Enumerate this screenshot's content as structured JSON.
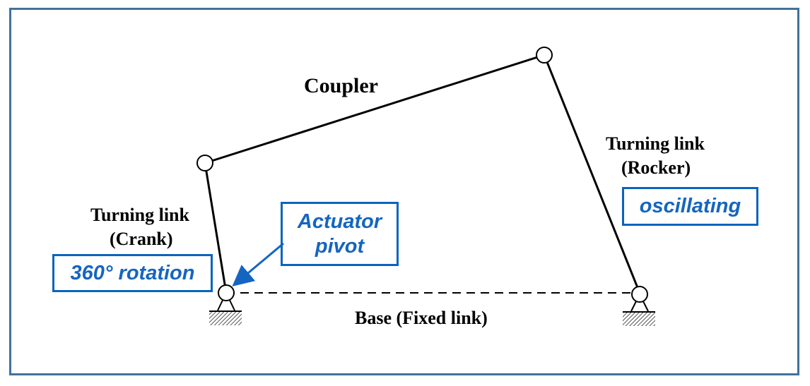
{
  "labels": {
    "coupler": "Coupler",
    "rocker_line1": "Turning link",
    "rocker_line2": "(Rocker)",
    "crank_line1": "Turning link",
    "crank_line2": "(Crank)",
    "base": "Base (Fixed link)"
  },
  "callouts": {
    "crank_motion": "360° rotation",
    "actuator_line1": "Actuator",
    "actuator_line2": "pivot",
    "rocker_motion": "oscillating"
  },
  "colors": {
    "frame": "#41719c",
    "callout": "#1565c0",
    "link": "#000000"
  }
}
